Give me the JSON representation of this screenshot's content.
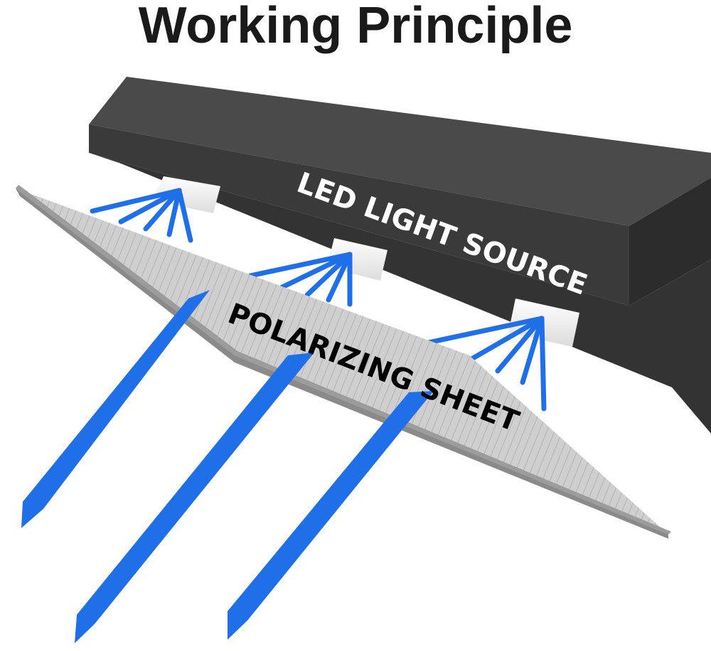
{
  "title": "Working Principle",
  "labels": {
    "led_source": "LED LIGHT SOURCE",
    "polarizing_sheet": "POLARIZING SHEET"
  },
  "colors": {
    "background": "#ffffff",
    "title_text": "#1a1a1a",
    "light_source_body": "#3a3a3a",
    "light_source_top": "#4a4a4a",
    "led_glow": "#f2f2f2",
    "light_beam": "#1f6fe8",
    "polarizer": "#c4c4c4",
    "label_on_dark": "#ffffff",
    "label_on_light": "#000000"
  },
  "icons": {
    "light_source": "led-light-bar",
    "sheet": "polarizing-sheet",
    "rays": "light-beam-arrow"
  }
}
